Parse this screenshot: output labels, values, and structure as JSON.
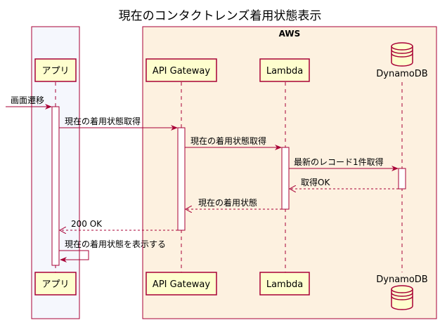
{
  "title": "現在のコンタクトレンズ着用状態表示",
  "group": {
    "label": "AWS"
  },
  "participants": {
    "app": "アプリ",
    "apigw": "API Gateway",
    "lambda": "Lambda",
    "db": "DynamoDB"
  },
  "messages": [
    {
      "from": "outside",
      "to": "app",
      "label": "画面遷移",
      "type": "sync"
    },
    {
      "from": "app",
      "to": "apigw",
      "label": "現在の着用状態取得",
      "type": "sync"
    },
    {
      "from": "apigw",
      "to": "lambda",
      "label": "現在の着用状態取得",
      "type": "sync"
    },
    {
      "from": "lambda",
      "to": "db",
      "label": "最新のレコード1件取得",
      "type": "sync"
    },
    {
      "from": "db",
      "to": "lambda",
      "label": "取得OK",
      "type": "return"
    },
    {
      "from": "lambda",
      "to": "apigw",
      "label": "現在の着用状態",
      "type": "return"
    },
    {
      "from": "apigw",
      "to": "app",
      "label": "200 OK",
      "type": "return"
    },
    {
      "from": "app",
      "to": "app",
      "label": "現在の着用状態を表示する",
      "type": "self"
    }
  ],
  "colors": {
    "participant_fill": "#fefece",
    "participant_stroke": "#a80036",
    "arrow": "#a80036",
    "lifeline": "#a80036",
    "app_box_fill": "#f5f7fd",
    "app_box_stroke": "#a80036",
    "aws_box_fill": "#fdf1e0",
    "aws_box_stroke": "#a80036"
  }
}
